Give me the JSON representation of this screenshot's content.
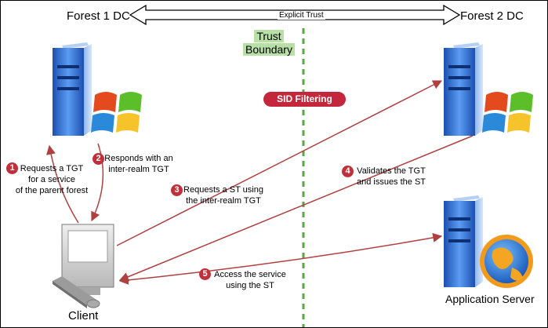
{
  "hosts": {
    "forest1": "Forest 1 DC",
    "forest2": "Forest 2 DC",
    "client": "Client",
    "app_server": "Application Server"
  },
  "trust": {
    "explicit_label": "Explicit Trust",
    "boundary_line1": "Trust",
    "boundary_line2": "Boundary",
    "sid_filtering": "SID Filtering"
  },
  "steps": [
    {
      "num": "1",
      "lines": [
        "Requests a TGT",
        "for a service",
        "of the parent forest"
      ]
    },
    {
      "num": "2",
      "lines": [
        "Responds with an",
        "inter-realm TGT"
      ]
    },
    {
      "num": "3",
      "lines": [
        "Requests a ST using",
        "the inter-realm TGT"
      ]
    },
    {
      "num": "4",
      "lines": [
        "Validates the TGT",
        "and issues the ST"
      ]
    },
    {
      "num": "5",
      "lines": [
        "Access the service",
        "using the ST"
      ]
    }
  ],
  "icons": [
    "server-icon",
    "windows-logo-icon",
    "computer-icon",
    "globe-icon"
  ],
  "colors": {
    "arrow": "#b04040",
    "badge": "#c0303a",
    "boundary": "#5aa845",
    "server": "#2a6fd6"
  }
}
